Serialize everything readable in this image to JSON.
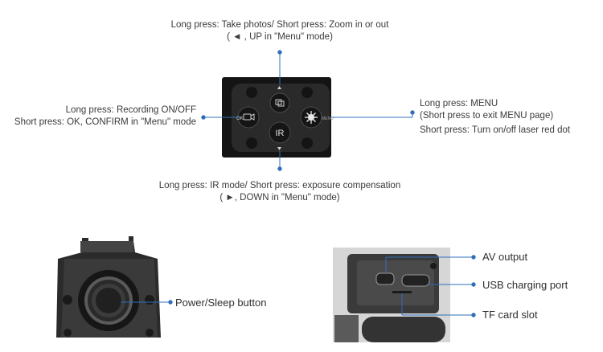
{
  "top_panel": {
    "top_label_line1": "Long press: Take photos/ Short press: Zoom in or out",
    "top_label_line2": "( ◄ , UP in \"Menu\" mode)",
    "left_label_line1": "Long press: Recording ON/OFF",
    "left_label_line2": "Short press: OK, CONFIRM in \"Menu\" mode",
    "right_label_line1": "Long press: MENU",
    "right_label_line2": "(Short press to exit MENU page)",
    "right_label_line3": "Short press: Turn on/off laser red dot",
    "bottom_label_line1": "Long press: IR mode/ Short press: exposure compensation",
    "bottom_label_line2": "( ►, DOWN in \"Menu\" mode)",
    "ir_button_text": "IR",
    "menu_side_text": "MENU"
  },
  "bottom_left": {
    "power_label": "Power/Sleep button"
  },
  "bottom_right": {
    "av_label": "AV output",
    "usb_label": "USB charging port",
    "tf_label": "TF card slot"
  },
  "colors": {
    "accent": "#2f6fb8",
    "device_dark": "#1c1c1c",
    "device_mid": "#3a3a3a"
  }
}
